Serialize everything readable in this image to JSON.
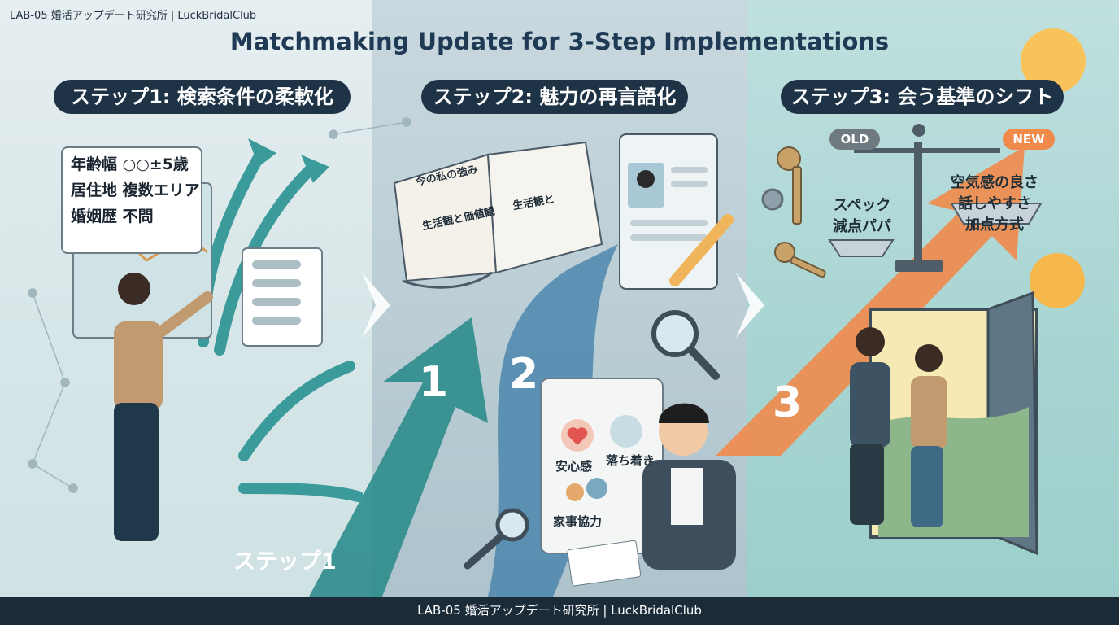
{
  "brand": "LAB-05 婚活アップデート研究所 | LuckBridalClub",
  "title": "Matchmaking Update for 3-Step Implementations",
  "steps": [
    {
      "heading": "ステップ1: 検索条件の柔軟化",
      "number": "1",
      "footer_label": "ステップ1"
    },
    {
      "heading": "ステップ2: 魅力の再言語化",
      "number": "2"
    },
    {
      "heading": "ステップ3: 会う基準のシフト",
      "number": "3"
    }
  ],
  "step1": {
    "conditions": [
      "年齢幅 ○○±5歳",
      "居住地 複数エリア",
      "婚姻歴 不問"
    ]
  },
  "step2": {
    "book_left": [
      "今の私の強み",
      "生活観と価値観"
    ],
    "book_right": "生活観と",
    "traits": [
      "安心感",
      "落ち着き",
      "家事協力"
    ]
  },
  "step3": {
    "old_tag": "OLD",
    "new_tag": "NEW",
    "old_lines": [
      "スペック",
      "減点パパ"
    ],
    "new_lines": [
      "空気感の良さ",
      "話しやすさ",
      "加点方式"
    ]
  },
  "footer": "LAB-05 婚活アップデート研究所 | LuckBridalClub",
  "colors": {
    "dark_navy": "#1f3346",
    "teal": "#2e8c8c",
    "orange": "#ef8a4a",
    "old_gray": "#6f7a80",
    "new_orange": "#f08a4b"
  }
}
